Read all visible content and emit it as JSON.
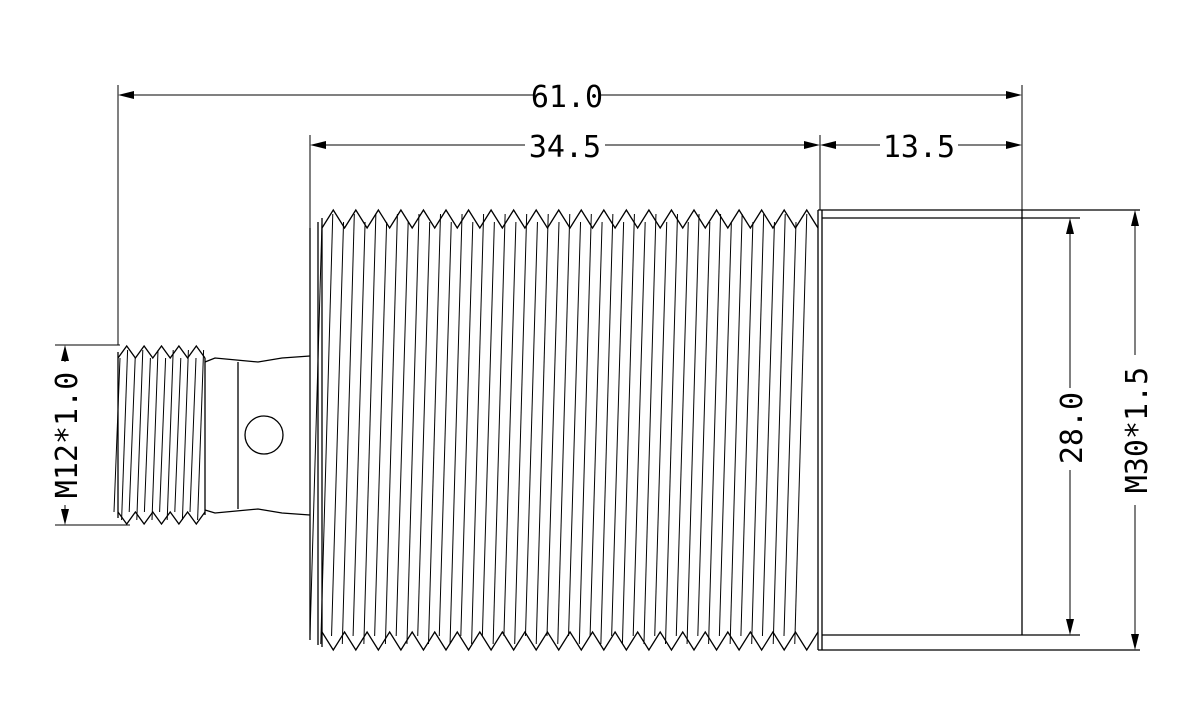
{
  "drawing": {
    "line_color": "#000000",
    "background": "#ffffff",
    "dimensions": {
      "overall_length": "61.0",
      "threaded_length": "34.5",
      "front_length": "13.5",
      "inner_diameter": "28.0",
      "main_thread": "M30*1.5",
      "connector_thread": "M12*1.0"
    }
  }
}
